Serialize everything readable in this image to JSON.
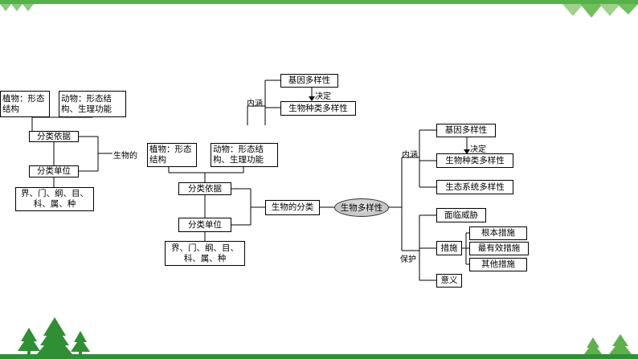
{
  "left_branch": {
    "plant": "植物：形态结构",
    "animal": "动物：形态结构、生理功能",
    "basis": "分类依据",
    "unit": "分类单位",
    "levels": "界、门、纲、目、科、属、种",
    "classification_label": "生物的"
  },
  "center_branch": {
    "plant": "植物：形态结构",
    "animal": "动物：形态结构、生理功能",
    "basis": "分类依据",
    "unit": "分类单位",
    "levels": "界、门、纲、目、科、属、种",
    "classification": "生物的分类"
  },
  "top_connotation": {
    "label": "内涵",
    "gene": "基因多样性",
    "decides": "决定",
    "species": "生物种类多样性"
  },
  "right_branch": {
    "center": "生物多样性",
    "connotation_label": "内涵",
    "gene": "基因多样性",
    "decides": "决定",
    "species": "生物种类多样性",
    "ecosystem": "生态系统多样性",
    "protection_label": "保护",
    "threat": "面临威胁",
    "measures": "措施",
    "fundamental": "根本措施",
    "most_effective": "最有效措施",
    "other": "其他措施",
    "significance": "意义"
  },
  "colors": {
    "accent_green": "#55b24a",
    "dark_green": "#2f8f35",
    "ellipse_gray": "#c4c4c4"
  }
}
